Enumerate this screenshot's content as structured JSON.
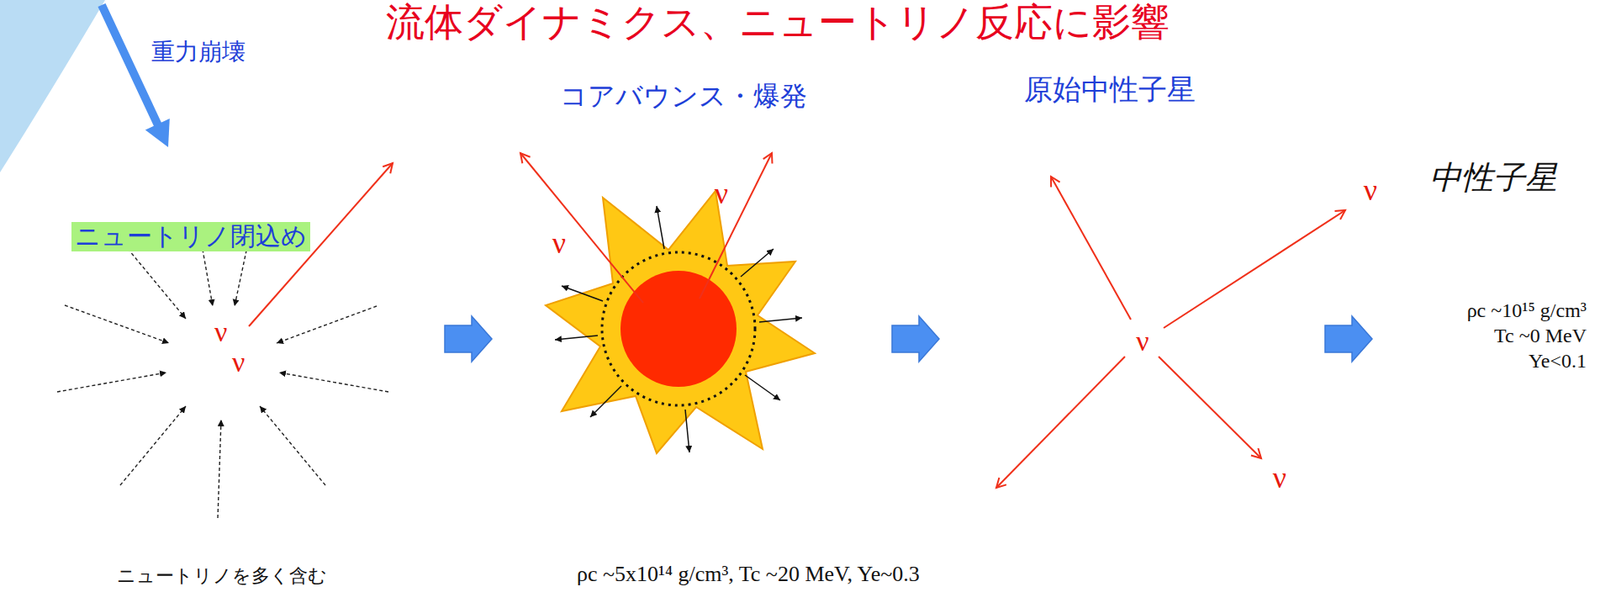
{
  "diagram": {
    "title": "流体ダイナミクス、ニュートリノ反応に影響",
    "nodes": [
      {
        "text": [
          "ニュートリノ閉込め"
        ]
      },
      {
        "text": [
          "ν",
          "ν"
        ],
        "in": 0
      },
      {
        "text": [
          "コアバウンス・爆発"
        ]
      },
      {
        "text": [
          "原始中性子星"
        ]
      },
      {
        "text": [
          "ν"
        ],
        "in": 3
      },
      {
        "text": [
          "中性子星"
        ]
      }
    ],
    "edges": [
      {
        "from": 0,
        "to": 2,
        "arrow": "to"
      },
      {
        "from": 2,
        "to": 3,
        "arrow": "to"
      },
      {
        "from": 3,
        "to": 5,
        "arrow": "to"
      }
    ],
    "labels": [
      "重力崩壊",
      "ニュートリノを多く含む",
      "ν",
      "ν",
      "ν",
      "ν",
      "ρc ~10¹⁵ g/cm³",
      "Tc ~0 MeV",
      "Ye<0.1",
      "ρc ~5x10¹⁴ g/cm³, Tc ~20 MeV, Ye~0.3"
    ]
  }
}
